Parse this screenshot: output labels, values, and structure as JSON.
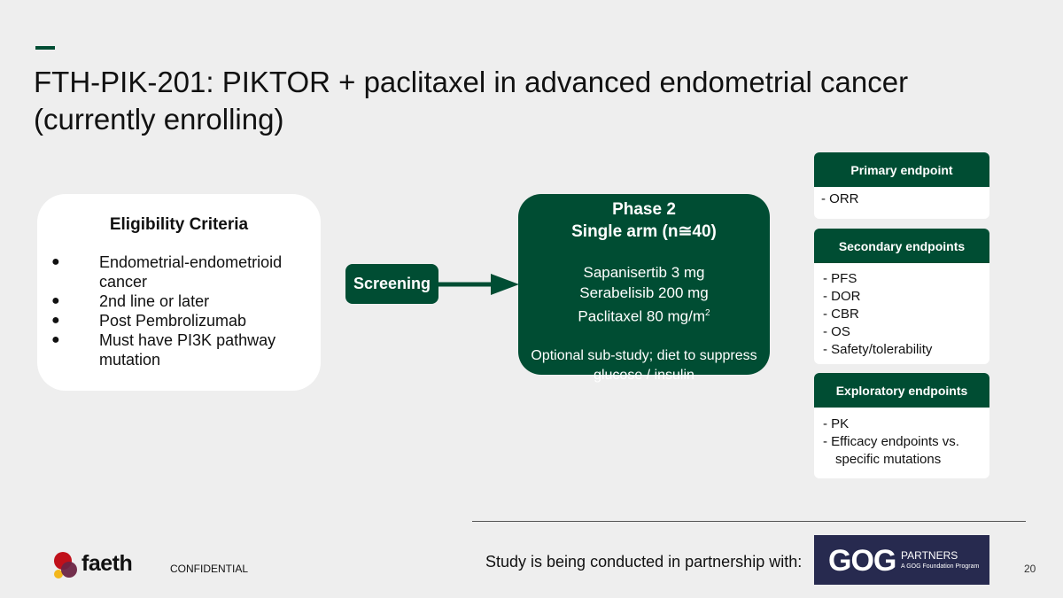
{
  "title": "FTH-PIK-201: PIKTOR + paclitaxel in advanced endometrial cancer (currently enrolling)",
  "eligibility": {
    "heading": "Eligibility Criteria",
    "items": [
      "Endometrial-endometrioid cancer",
      "2nd line or later",
      "Post Pembrolizumab",
      "Must have PI3K pathway mutation"
    ]
  },
  "screening": "Screening",
  "phase": {
    "line1": "Phase 2",
    "line2": "Single arm (n≅40)",
    "drugs": [
      "Sapanisertib 3 mg",
      "Serabelisib 200 mg",
      "Paclitaxel 80 mg/m"
    ],
    "sup": "2",
    "optional": "Optional sub-study; diet to suppress glucose / insulin"
  },
  "endpoints": {
    "primary": {
      "label": "Primary endpoint",
      "items": [
        "- ORR"
      ]
    },
    "secondary": {
      "label": "Secondary endpoints",
      "items": [
        "PFS",
        "DOR",
        "CBR",
        "OS",
        "Safety/tolerability"
      ]
    },
    "exploratory": {
      "label": "Exploratory endpoints",
      "items": [
        "PK",
        "Efficacy endpoints vs. specific mutations"
      ]
    }
  },
  "footer": {
    "study": "Study is being conducted in partnership with:",
    "confidential": "CONFIDENTIAL",
    "page": "20",
    "brand": "faeth",
    "partner": {
      "name": "GOG",
      "sub": "PARTNERS",
      "tag": "A GOG Foundation Program"
    }
  },
  "colors": {
    "green": "#004d33",
    "bg": "#eeeeee",
    "navy": "#272a4f"
  }
}
